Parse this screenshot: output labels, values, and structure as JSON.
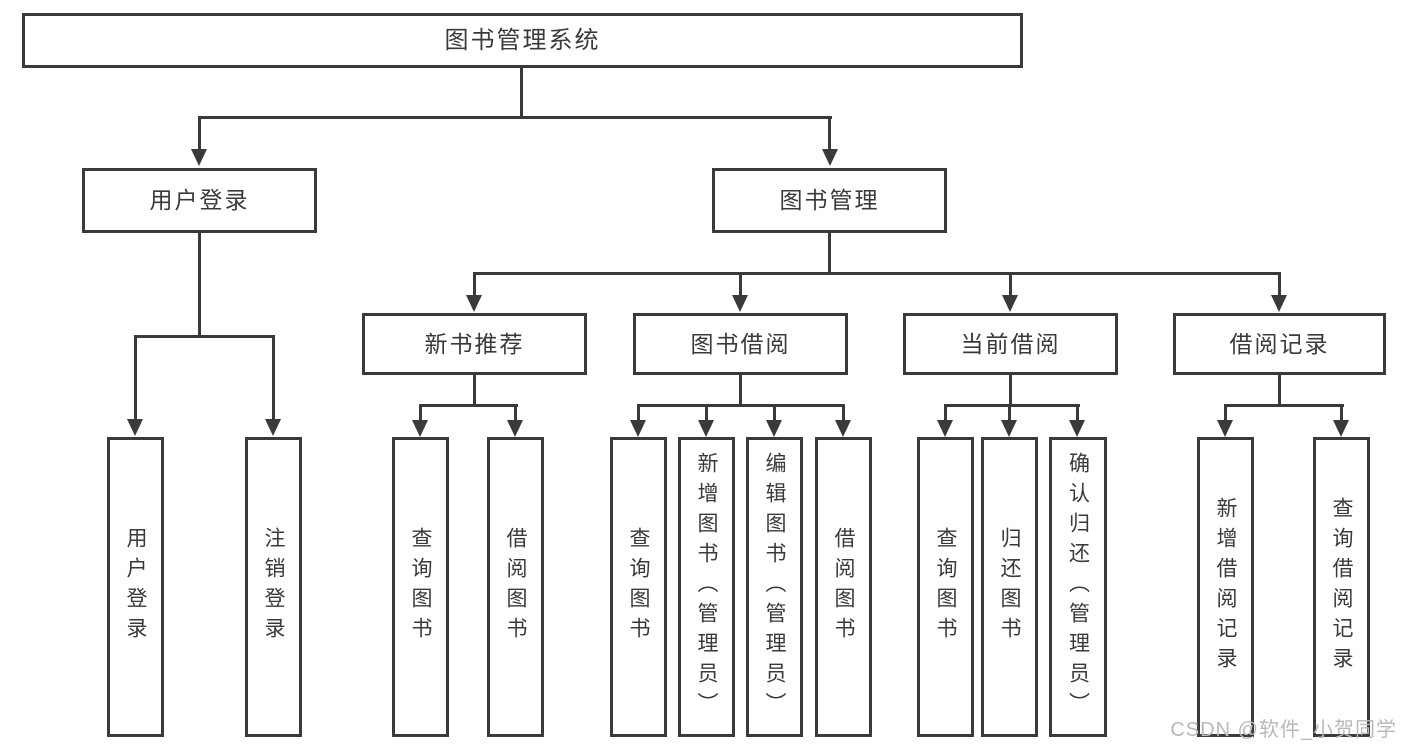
{
  "colors": {
    "line": "#3a3a3a",
    "text": "#3a3a3e",
    "background": "#ffffff",
    "watermark": "#b9b9b9"
  },
  "nodes": {
    "root": "图书管理系统",
    "user_login": "用户登录",
    "book_management": "图书管理",
    "new_book_recommend": "新书推荐",
    "book_borrow": "图书借阅",
    "current_borrow": "当前借阅",
    "borrow_record": "借阅记录"
  },
  "leaves": {
    "user_login": [
      "用户登录",
      "注销登录"
    ],
    "new_book_recommend": [
      "查询图书",
      "借阅图书"
    ],
    "book_borrow": [
      "查询图书",
      "新增图书（管理员）",
      "编辑图书（管理员）",
      "借阅图书"
    ],
    "current_borrow": [
      "查询图书",
      "归还图书",
      "确认归还（管理员）"
    ],
    "borrow_record": [
      "新增借阅记录",
      "查询借阅记录"
    ]
  },
  "watermark": "CSDN @软件_小贺同学"
}
